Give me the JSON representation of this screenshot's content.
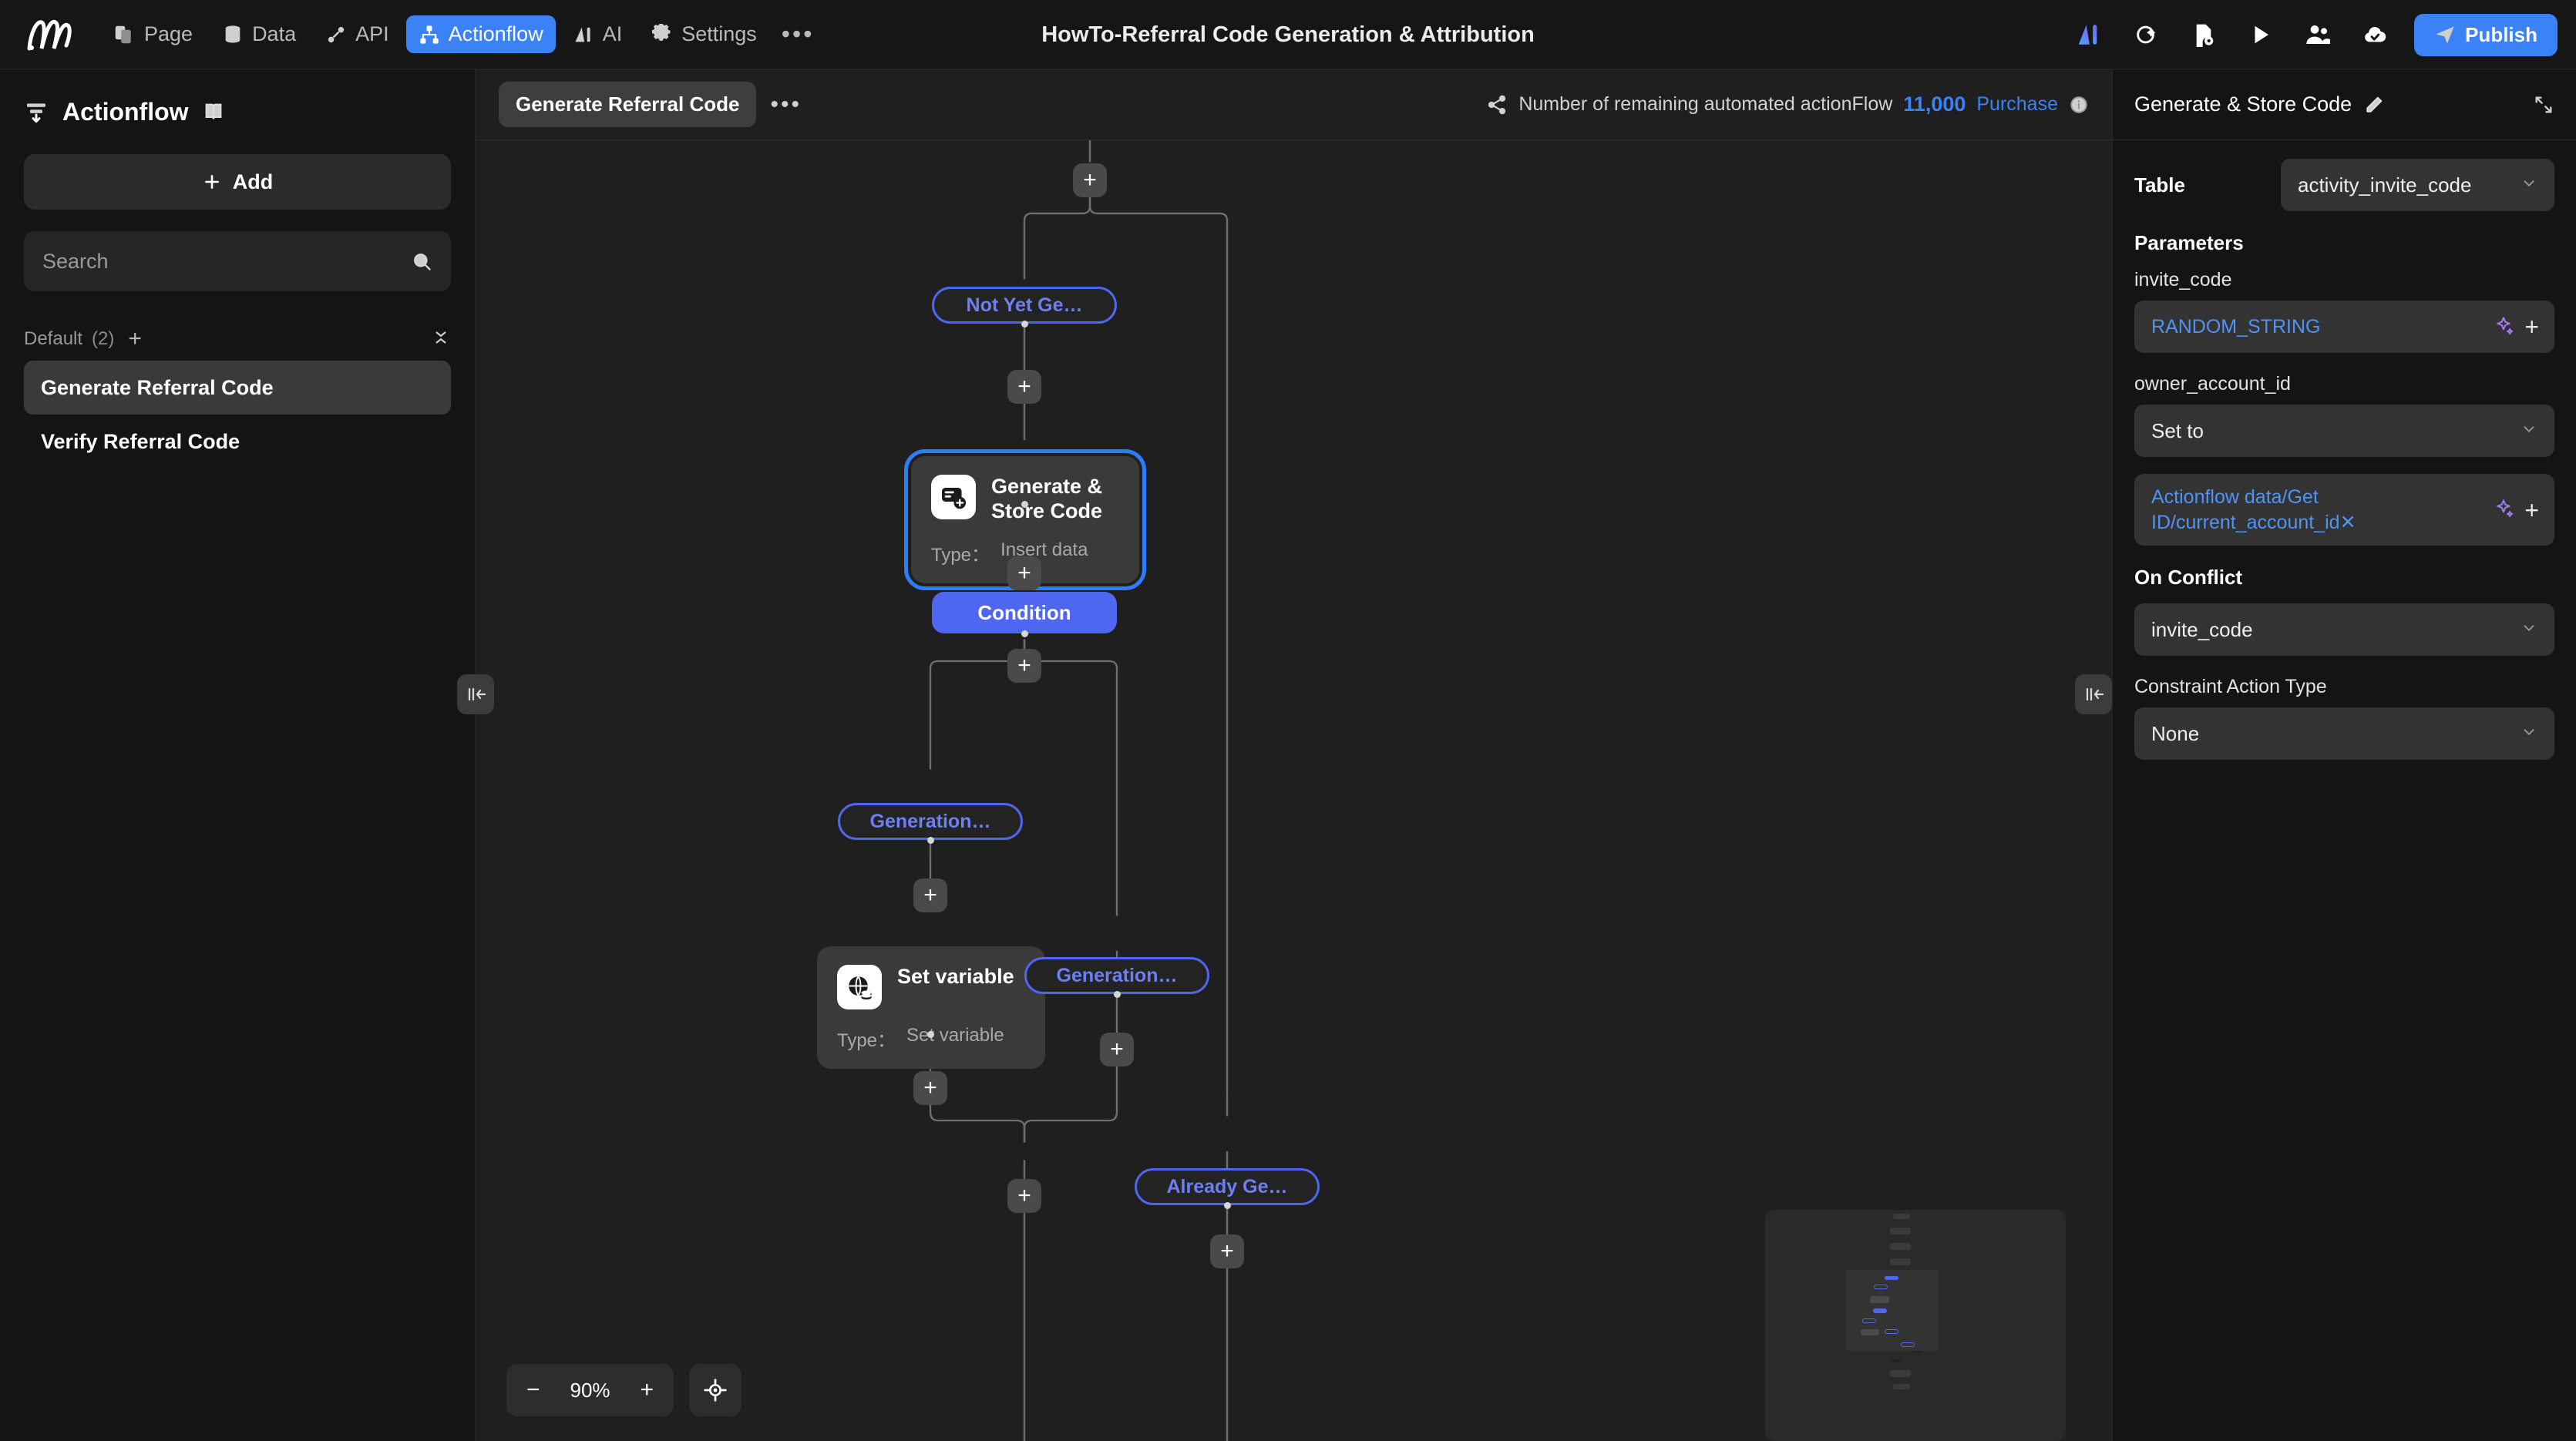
{
  "topbar": {
    "logo_icon": "moaibox-logo-icon",
    "nav": [
      {
        "label": "Page",
        "icon": "page-icon",
        "active": false
      },
      {
        "label": "Data",
        "icon": "database-icon",
        "active": false
      },
      {
        "label": "API",
        "icon": "api-plug-icon",
        "active": false
      },
      {
        "label": "Actionflow",
        "icon": "actionflow-icon",
        "active": true
      },
      {
        "label": "AI",
        "icon": "ai-icon",
        "active": false
      },
      {
        "label": "Settings",
        "icon": "gear-icon",
        "active": false
      }
    ],
    "more_label": "•••",
    "title": "HowTo-Referral Code Generation & Attribution",
    "right_icons": [
      "ai-sparkle-icon",
      "magic-search-icon",
      "file-settings-icon",
      "play-icon",
      "users-icon",
      "cloud-check-icon"
    ],
    "publish_label": "Publish",
    "publish_icon": "send-icon",
    "accent": "#3b82f6"
  },
  "sidebar": {
    "title": "Actionflow",
    "title_icon": "actionflow-lines-icon",
    "book_icon": "book-icon",
    "add_label": "Add",
    "add_icon": "plus-icon",
    "search_placeholder": "Search",
    "search_value": "",
    "search_icon": "search-icon",
    "group": {
      "name": "Default",
      "count": "(2)",
      "add_icon": "plus-icon",
      "collapse_icon": "chevron-collapse-icon"
    },
    "items": [
      {
        "label": "Generate Referral Code",
        "selected": true
      },
      {
        "label": "Verify Referral Code",
        "selected": false
      }
    ],
    "collapse_handle_icon": "collapse-left-icon"
  },
  "canvas": {
    "tab_label": "Generate Referral Code",
    "tab_more": "•••",
    "quota": {
      "icon": "share-nodes-icon",
      "text": "Number of remaining automated actionFlow",
      "number": "11,000",
      "purchase_label": "Purchase",
      "info_icon": "info-icon"
    },
    "zoom": {
      "minus": "−",
      "value": "90%",
      "plus": "+",
      "center_icon": "crosshair-icon"
    },
    "collapse_handle_icon": "collapse-left-icon",
    "nodes": [
      {
        "id": "n1",
        "kind": "pill",
        "label": "Not Yet Ge…"
      },
      {
        "id": "n2",
        "kind": "card",
        "title": "Generate & Store Code",
        "type_label": "Type：",
        "type_value": "Insert data",
        "icon": "insert-data-icon",
        "selected": true
      },
      {
        "id": "n3",
        "kind": "condition",
        "label": "Condition"
      },
      {
        "id": "n4",
        "kind": "pill",
        "label": "Generation…"
      },
      {
        "id": "n5",
        "kind": "card",
        "title": "Set variable",
        "type_label": "Type：",
        "type_value": "Set variable",
        "icon": "set-variable-icon",
        "selected": false
      },
      {
        "id": "n6",
        "kind": "pill",
        "label": "Generation…"
      },
      {
        "id": "n7",
        "kind": "pill",
        "label": "Already Ge…"
      }
    ],
    "add_node_button_label": "+",
    "colors": {
      "pill_border": "#4f66f0",
      "pill_text": "#6c7ff5",
      "condition_bg": "#4f66f0",
      "card_bg": "#3a3a3a",
      "selection_ring": "#2d7dfa",
      "edge": "#6f6f6f"
    }
  },
  "right_panel": {
    "title": "Generate & Store Code",
    "edit_icon": "pencil-icon",
    "expand_icon": "expand-icon",
    "table_label": "Table",
    "table_value": "activity_invite_code",
    "parameters_label": "Parameters",
    "fields": [
      {
        "label": "invite_code",
        "value": "RANDOM_STRING",
        "sparkle_icon": "sparkle-icon",
        "plus_icon": "plus-icon"
      }
    ],
    "owner_label": "owner_account_id",
    "owner_mode": "Set to",
    "owner_value": "Actionflow data/Get ID/current_account_id",
    "owner_remove": "✕",
    "on_conflict_label": "On Conflict",
    "on_conflict_value": "invite_code",
    "constraint_label": "Constraint Action Type",
    "constraint_value": "None",
    "collapse_handle_icon": "collapse-left-icon"
  }
}
